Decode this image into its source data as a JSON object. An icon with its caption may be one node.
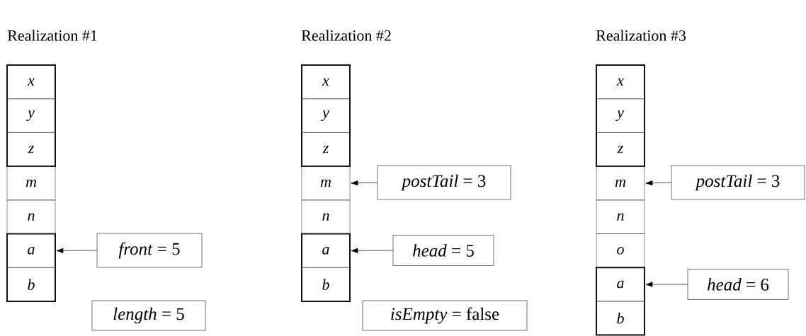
{
  "diagram": {
    "nodes": [
      {
        "text": [],
        "shape": "box"
      },
      {
        "text": [
          "x"
        ],
        "in": 0
      },
      {
        "text": [
          "y"
        ],
        "in": 0
      },
      {
        "text": [
          "z"
        ],
        "in": 0
      },
      {
        "text": [
          "m"
        ]
      },
      {
        "text": [
          "n"
        ]
      },
      {
        "text": [],
        "shape": "box"
      },
      {
        "text": [
          "a"
        ],
        "in": 6
      },
      {
        "text": [
          "b"
        ],
        "in": 6
      },
      {
        "text": [
          "*front* = 5"
        ]
      },
      {
        "text": [
          "*length* = 5"
        ]
      },
      {
        "text": [],
        "shape": "box"
      },
      {
        "text": [
          "x"
        ],
        "in": 11
      },
      {
        "text": [
          "y"
        ],
        "in": 11
      },
      {
        "text": [
          "z"
        ],
        "in": 11
      },
      {
        "text": [
          "m"
        ]
      },
      {
        "text": [
          "n"
        ]
      },
      {
        "text": [],
        "shape": "box"
      },
      {
        "text": [
          "a"
        ],
        "in": 17
      },
      {
        "text": [
          "b"
        ],
        "in": 17
      },
      {
        "text": [
          "*postTail* = 3"
        ]
      },
      {
        "text": [
          "*head* = 5"
        ]
      },
      {
        "text": [
          "*isEmpty* = false"
        ]
      },
      {
        "text": [],
        "shape": "box"
      },
      {
        "text": [
          "x"
        ],
        "in": 23
      },
      {
        "text": [
          "y"
        ],
        "in": 23
      },
      {
        "text": [
          "z"
        ],
        "in": 23
      },
      {
        "text": [
          "m"
        ]
      },
      {
        "text": [
          "n"
        ]
      },
      {
        "text": [
          "o"
        ]
      },
      {
        "text": [],
        "shape": "box"
      },
      {
        "text": [
          "a"
        ],
        "in": 30
      },
      {
        "text": [
          "b"
        ],
        "in": 30
      },
      {
        "text": [
          "*postTail* = 3"
        ]
      },
      {
        "text": [
          "*head* = 6"
        ]
      }
    ],
    "edges": [
      {
        "from": 9,
        "to": 7,
        "arrow": "to"
      },
      {
        "from": 20,
        "to": 15,
        "arrow": "to"
      },
      {
        "from": 21,
        "to": 18,
        "arrow": "to"
      },
      {
        "from": 33,
        "to": 27,
        "arrow": "to"
      },
      {
        "from": 34,
        "to": 31,
        "arrow": "to"
      }
    ],
    "labels": [
      "Realization #1",
      "Realization #2",
      "Realization #3"
    ]
  }
}
